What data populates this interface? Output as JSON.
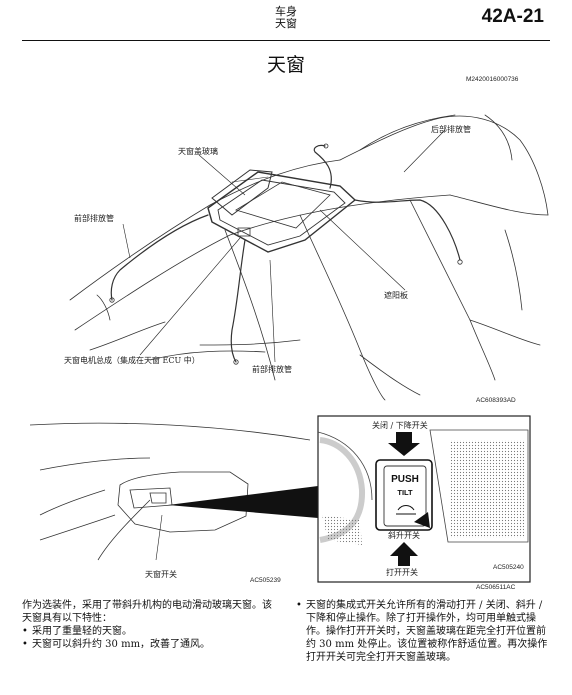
{
  "header": {
    "section_line1": "车身",
    "section_line2": "天窗",
    "page_number": "42A-21"
  },
  "page_title": "天窗",
  "figure1": {
    "code_top": "M2420016000736",
    "code_bottom": "AC608393AD",
    "labels": {
      "rear_drain": "后部排放管",
      "glass": "天窗盖玻璃",
      "front_drain_left": "前部排放管",
      "sunshade": "遮阳板",
      "motor": "天窗电机总成（集成在天窗 ECU 中）",
      "front_drain_bottom": "前部排放管"
    }
  },
  "figure2": {
    "switch_label": "天窗开关",
    "code_left": "AC505239",
    "close_down": "关闭 / 下降开关",
    "push": "PUSH",
    "tilt": "TILT",
    "tilt_up": "斜升开关",
    "open": "打开开关",
    "code_inner": "AC505240",
    "code_outer": "AC506511AC"
  },
  "body": {
    "left_para": "作为选装件，采用了带斜升机构的电动滑动玻璃天窗。该天窗具有以下特性：",
    "left_bullets": [
      "采用了重量轻的天窗。",
      "天窗可以斜升约 30 mm，改善了通风。"
    ],
    "right_bullet": "天窗的集成式开关允许所有的滑动打开 / 关闭、斜升 / 下降和停止操作。除了打开操作外，均可用单触式操作。操作打开开关时，天窗盖玻璃在距完全打开位置前约 30 mm 处停止。该位置被称作舒适位置。再次操作打开开关可完全打开天窗盖玻璃。"
  }
}
